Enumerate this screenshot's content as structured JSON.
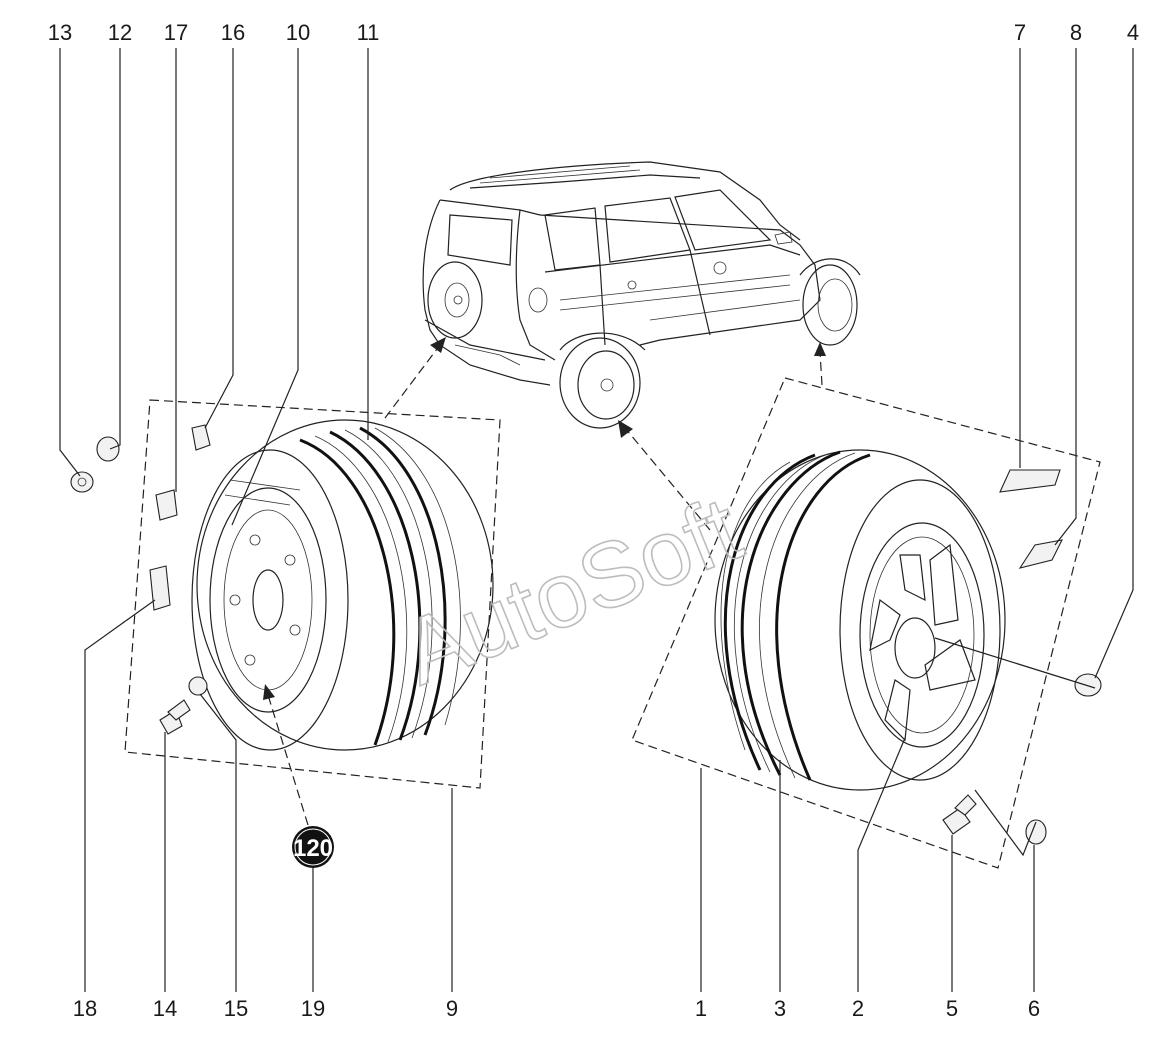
{
  "watermark": "AutoSoft",
  "badge": {
    "text": "120"
  },
  "callouts": [
    {
      "id": "c13",
      "text": "13"
    },
    {
      "id": "c12",
      "text": "12"
    },
    {
      "id": "c17",
      "text": "17"
    },
    {
      "id": "c16",
      "text": "16"
    },
    {
      "id": "c10",
      "text": "10"
    },
    {
      "id": "c11",
      "text": "11"
    },
    {
      "id": "c7",
      "text": "7"
    },
    {
      "id": "c8",
      "text": "8"
    },
    {
      "id": "c4",
      "text": "4"
    },
    {
      "id": "c18",
      "text": "18"
    },
    {
      "id": "c14",
      "text": "14"
    },
    {
      "id": "c15",
      "text": "15"
    },
    {
      "id": "c19",
      "text": "19"
    },
    {
      "id": "c9",
      "text": "9"
    },
    {
      "id": "c1",
      "text": "1"
    },
    {
      "id": "c3",
      "text": "3"
    },
    {
      "id": "c2",
      "text": "2"
    },
    {
      "id": "c5",
      "text": "5"
    },
    {
      "id": "c6",
      "text": "6"
    }
  ]
}
